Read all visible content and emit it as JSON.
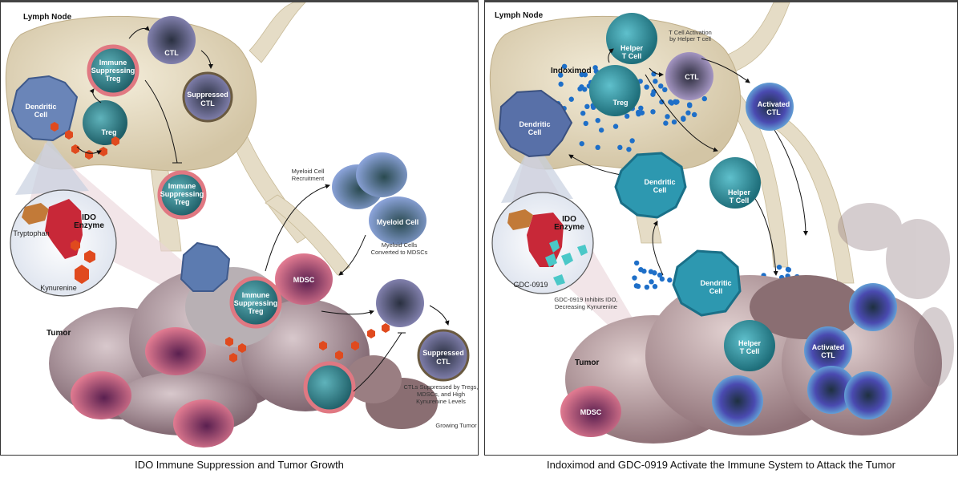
{
  "left_panel": {
    "caption": "IDO Immune Suppression and Tumor Growth",
    "lymph_node_label": "Lymph Node",
    "tumor_label": "Tumor",
    "cells": {
      "ctl": "CTL",
      "immune_suppressing_treg_1": "Immune",
      "immune_suppressing_treg_2": "Suppressing",
      "immune_suppressing_treg_3": "Treg",
      "suppressed_ctl_1": "Suppressed",
      "suppressed_ctl_2": "CTL",
      "dendritic_1": "Dendritic",
      "dendritic_2": "Cell",
      "treg": "Treg",
      "myeloid_cell": "Myeloid Cell",
      "mdsc": "MDSC"
    },
    "inset": {
      "enzyme_1": "IDO",
      "enzyme_2": "Enzyme",
      "tryptophan": "Tryptophan",
      "kynurenine": "Kynurenine"
    },
    "annotations": {
      "myeloid_recruit_1": "Myeloid Cell",
      "myeloid_recruit_2": "Recruitment",
      "myeloid_conv_1": "Myeloid Cells",
      "myeloid_conv_2": "Converted to MDSCs",
      "ctl_supp_1": "CTLs Suppressed by Tregs,",
      "ctl_supp_2": "MDSCs, and High",
      "ctl_supp_3": "Kynurenine Levels",
      "growing_tumor": "Growing Tumor"
    }
  },
  "right_panel": {
    "caption": "Indoximod and GDC-0919 Activate the Immune System to Attack the Tumor",
    "lymph_node_label": "Lymph Node",
    "tumor_label": "Tumor",
    "indoximod_label": "Indoximod",
    "cells": {
      "helper_1": "Helper",
      "helper_2": "T Cell",
      "ctl": "CTL",
      "treg": "Treg",
      "dendritic_1": "Dendritic",
      "dendritic_2": "Cell",
      "activated_1": "Activated",
      "activated_2": "CTL",
      "mdsc": "MDSC"
    },
    "inset": {
      "enzyme_1": "IDO",
      "enzyme_2": "Enzyme",
      "inhibitor": "GDC-0919"
    },
    "annotations": {
      "t_activation_1": "T Cell Activation",
      "t_activation_2": "by Helper T cell",
      "gdc_1": "GDC-0919 Inhibits IDO,",
      "gdc_2": "Decreasing Kynurenine"
    }
  },
  "colors": {
    "lymph": "#e6dcc4",
    "treg": "#3a8a95",
    "treg_ring": "#d9707a",
    "ctl": "#5a5a80",
    "dendritic_left": "#5c7bb0",
    "dendritic_right": "#2d98b0",
    "mdsc": "#b04060",
    "tumor": "#a89098",
    "kynurenine": "#e04a1e",
    "indoximod_dot": "#1e6fc8",
    "activated": "#4a58b0",
    "helper": "#2c9aa8"
  }
}
